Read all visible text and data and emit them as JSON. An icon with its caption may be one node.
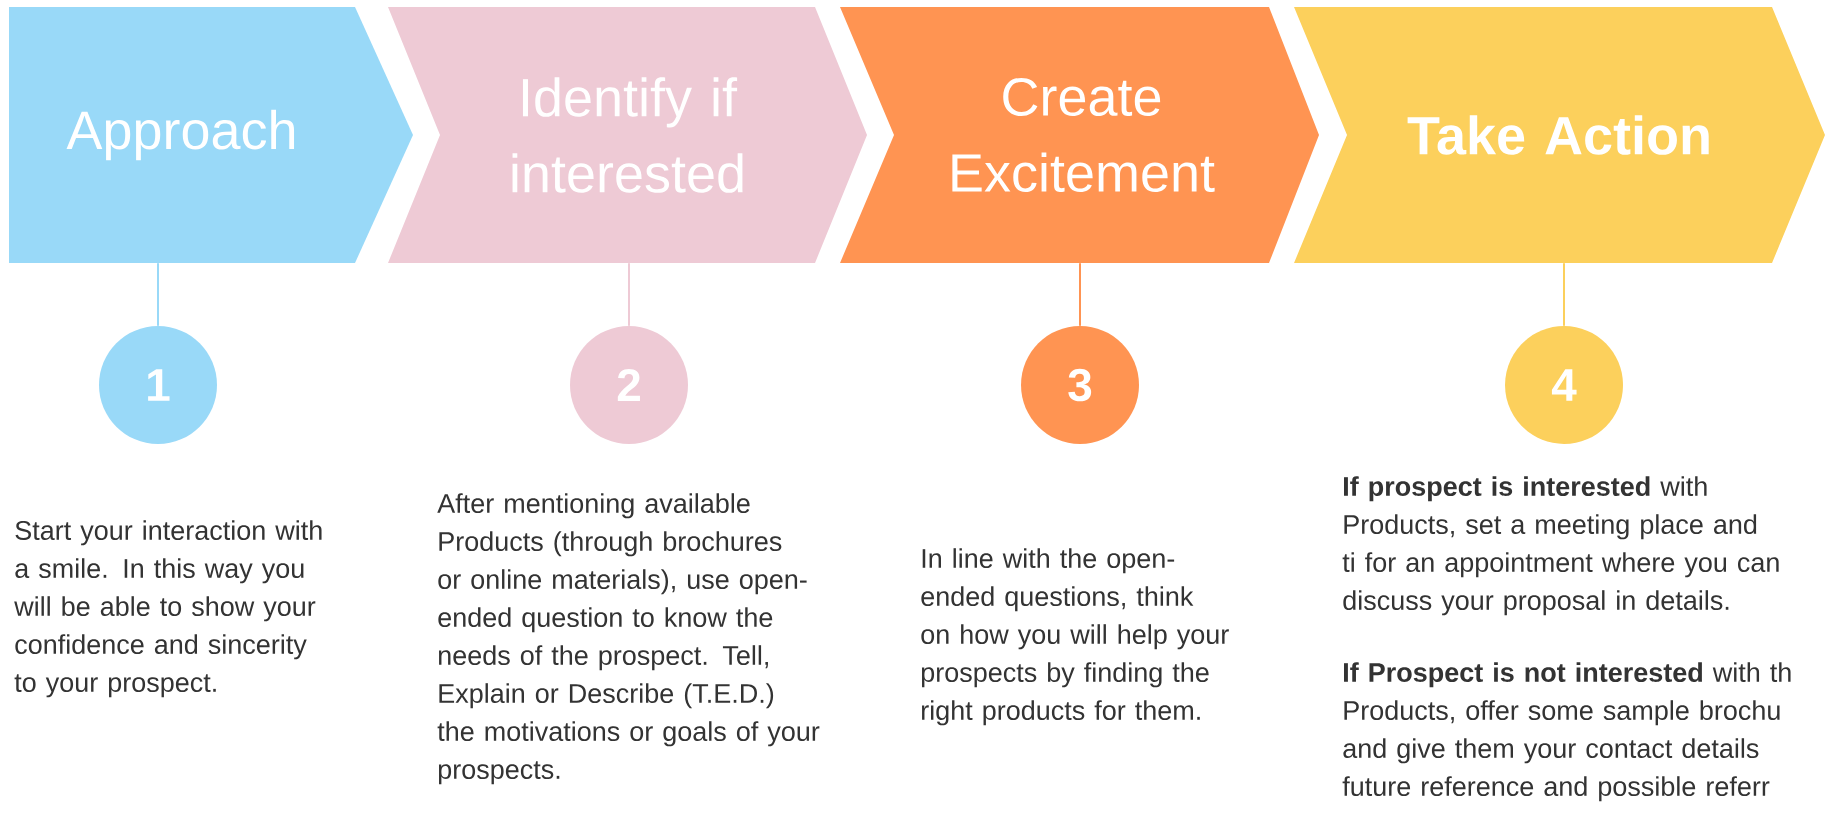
{
  "diagram": {
    "nodes": [
      {
        "text": [
          "Approach"
        ]
      },
      {
        "text": [
          "Identify if interested"
        ]
      },
      {
        "text": [
          "Create Excitement"
        ]
      },
      {
        "text": [
          "Take Action"
        ]
      },
      {
        "text": [
          "1"
        ]
      },
      {
        "text": [
          "2"
        ]
      },
      {
        "text": [
          "3"
        ]
      },
      {
        "text": [
          "4"
        ]
      }
    ],
    "edges": [
      {
        "from": 0,
        "to": 4,
        "arrow": "none",
        "color": "#99d9f8"
      },
      {
        "from": 1,
        "to": 5,
        "arrow": "none",
        "color": "#eecad5"
      },
      {
        "from": 2,
        "to": 6,
        "arrow": "none",
        "color": "#ff9452"
      },
      {
        "from": 3,
        "to": 7,
        "arrow": "none",
        "color": "#fcd05c"
      }
    ],
    "labels": [
      "Start your interaction with a smile. In this way you will be able to show your confidence and sincerity to your prospect.",
      "After mentioning available Products (through brochures or online materials), use open-ended question to know the needs of the prospect. Tell, Explain or Describe (T.E.D.) the motivations or goals of your prospects.",
      "In line with the open-ended questions, think on how you will help your prospects by finding the right products for them.",
      "**If prospect is interested** with Products, set a meeting place and ti for an appointment where you can discuss your proposal in details.",
      "**If Prospect is not interested** with th Products, offer some sample brochu and give them your contact details future reference and possible referr"
    ]
  }
}
